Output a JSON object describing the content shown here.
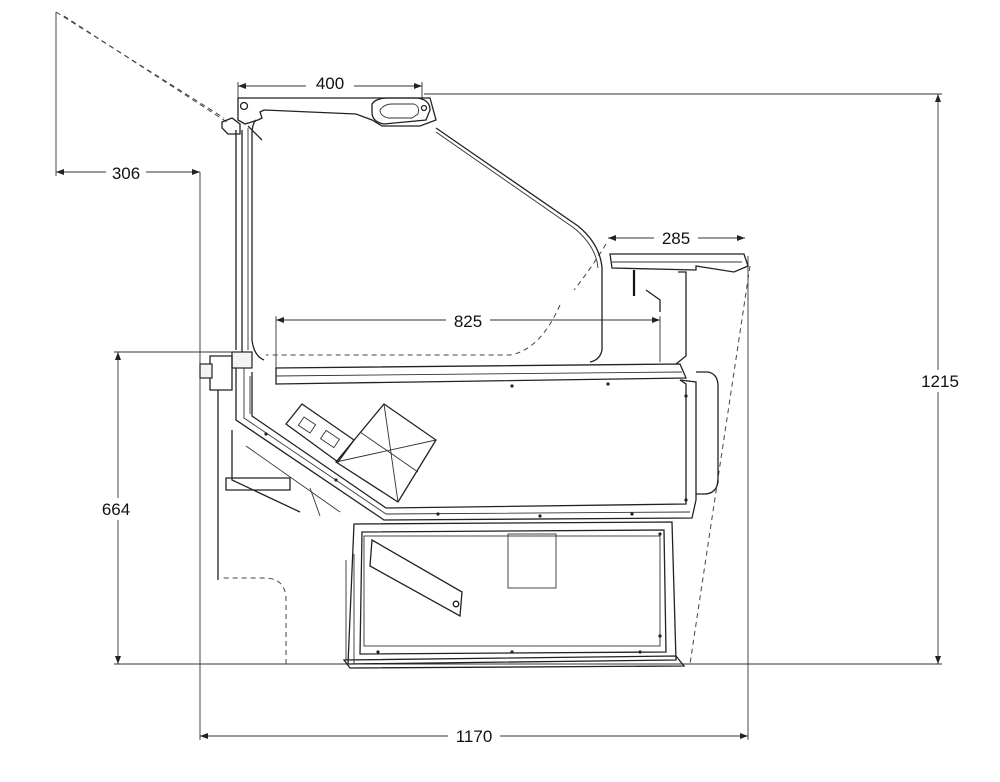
{
  "dimensions": {
    "d400": "400",
    "d306": "306",
    "d285": "285",
    "d825": "825",
    "d1215": "1215",
    "d664": "664",
    "d1170": "1170"
  }
}
